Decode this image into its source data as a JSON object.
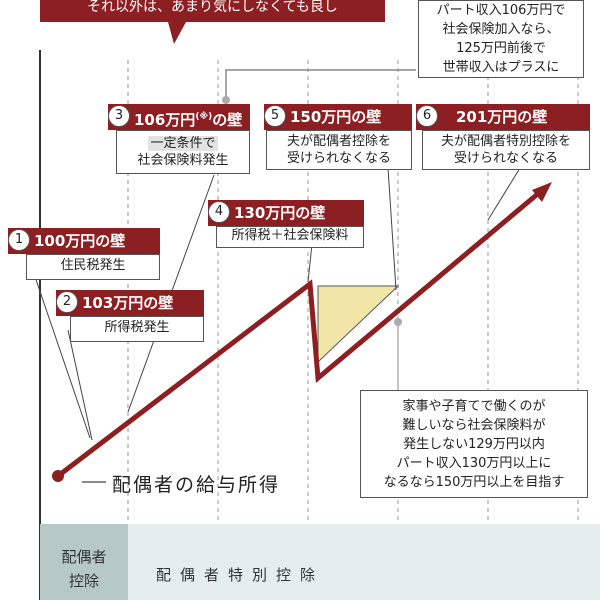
{
  "banner": {
    "text": "それ以外は、あまり気にしなくても良し"
  },
  "callout_top": {
    "lines": [
      "パート収入106万円で",
      "社会保険加入なら、",
      "125万円前後で",
      "世帯収入はプラスに"
    ]
  },
  "walls": [
    {
      "num": "1",
      "title": "100万円の壁",
      "desc": [
        "住民税発生"
      ]
    },
    {
      "num": "2",
      "title": "103万円の壁",
      "desc": [
        "所得税発生"
      ]
    },
    {
      "num": "3",
      "title_prefix": "106万円",
      "title_sup": "(※)",
      "title_suffix": "の壁",
      "desc": [
        "一定条件で",
        "社会保険料発生"
      ]
    },
    {
      "num": "4",
      "title": "130万円の壁",
      "desc": [
        "所得税＋社会保険料"
      ]
    },
    {
      "num": "5",
      "title": "150万円の壁",
      "desc": [
        "夫が配偶者控除を",
        "受けられなくなる"
      ]
    },
    {
      "num": "6",
      "title": "201万円の壁",
      "desc": [
        "夫が配偶者特別控除を",
        "受けられなくなる"
      ]
    }
  ],
  "note_bottom": {
    "lines": [
      "家事や子育てで働くのが",
      "難しいなら社会保険料が",
      "発生しない129万円以内",
      "パート収入130万円以上に",
      "なるなら150万円以上を目指す"
    ]
  },
  "line_label": "配偶者の給与所得",
  "band": {
    "left": "配偶者\n控除",
    "left_lines": [
      "配偶者",
      "控除"
    ],
    "right": "配偶者特別控除"
  },
  "colors": {
    "accent": "#8c1f22",
    "fill": "#f1e6a8",
    "band_dark": "#b7c9c6",
    "band_light": "#e6eeed"
  }
}
